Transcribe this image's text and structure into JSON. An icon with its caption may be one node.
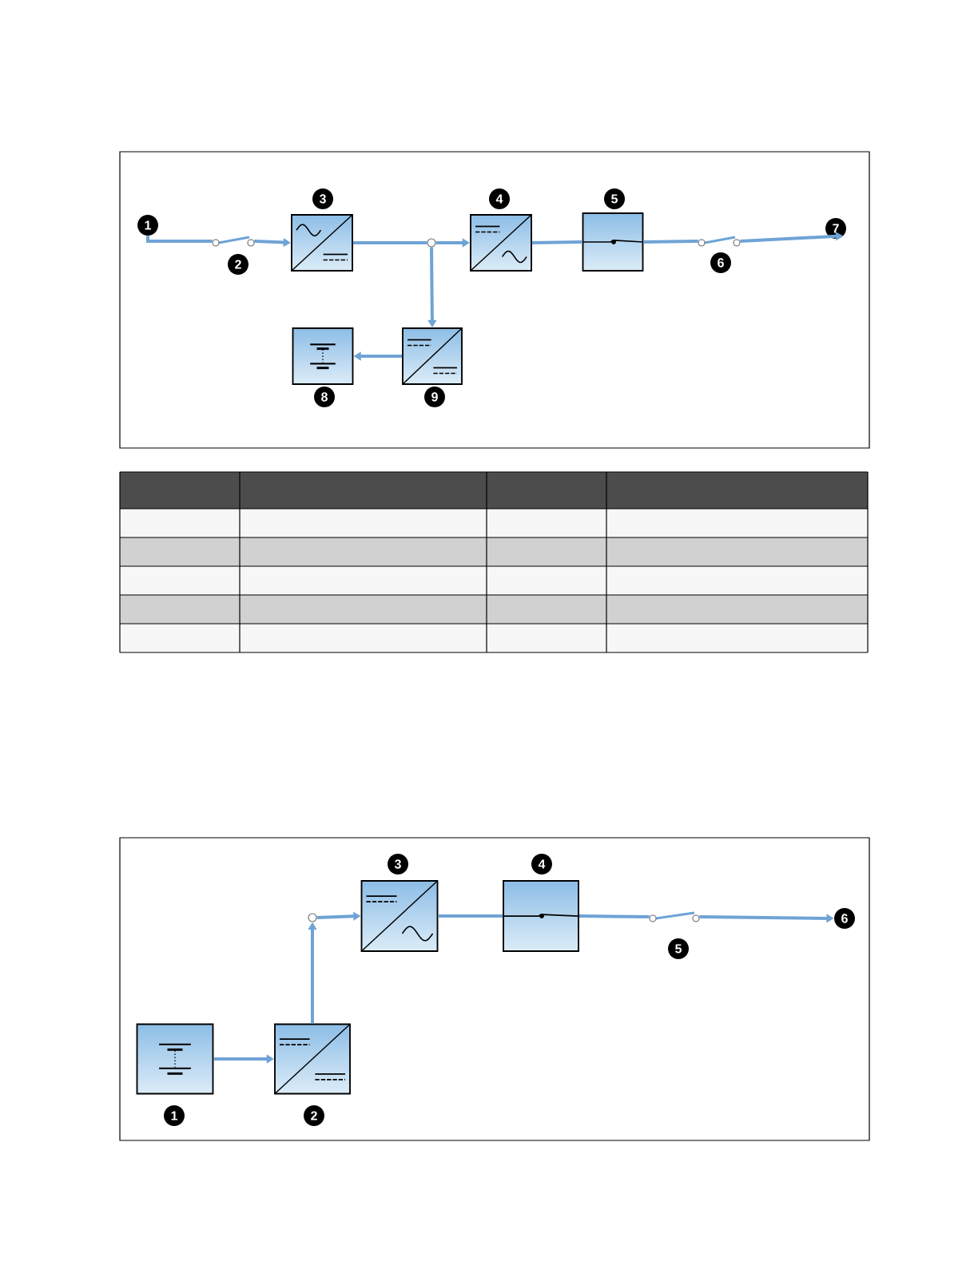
{
  "diagram": {
    "nodes": [
      {
        "text": [],
        "shape": "switch"
      },
      {
        "text": [],
        "shape": "box"
      },
      {
        "text": [],
        "shape": "circle"
      },
      {
        "text": [],
        "shape": "box"
      },
      {
        "text": [],
        "shape": "box"
      },
      {
        "text": [],
        "shape": "switch"
      },
      {
        "text": [],
        "shape": "box"
      },
      {
        "text": [],
        "shape": "box"
      },
      {
        "text": [],
        "shape": "box"
      },
      {
        "text": [],
        "shape": "box"
      },
      {
        "text": [],
        "shape": "circle"
      },
      {
        "text": [],
        "shape": "box"
      },
      {
        "text": [],
        "shape": "box"
      },
      {
        "text": [],
        "shape": "switch"
      },
      {
        "text": [
          "1"
        ]
      },
      {
        "text": [
          "7"
        ]
      },
      {
        "text": [
          "6"
        ]
      },
      {
        "text": [
          "2"
        ]
      },
      {
        "text": [
          "3"
        ]
      },
      {
        "text": [
          "4"
        ]
      },
      {
        "text": [
          "5"
        ]
      },
      {
        "text": [
          "6"
        ]
      },
      {
        "text": [
          "8"
        ]
      },
      {
        "text": [
          "9"
        ]
      },
      {
        "text": [
          "1"
        ]
      },
      {
        "text": [
          "2"
        ]
      },
      {
        "text": [
          "3"
        ]
      },
      {
        "text": [
          "4"
        ]
      },
      {
        "text": [
          "5"
        ]
      }
    ],
    "edges": [
      {
        "from": 14,
        "to": 0,
        "arrow": "none"
      },
      {
        "from": 0,
        "to": 1,
        "arrow": "to"
      },
      {
        "from": 1,
        "to": 2,
        "arrow": "none"
      },
      {
        "from": 2,
        "to": 3,
        "arrow": "to"
      },
      {
        "from": 3,
        "to": 4,
        "arrow": "none"
      },
      {
        "from": 4,
        "to": 5,
        "arrow": "none"
      },
      {
        "from": 5,
        "to": 15,
        "arrow": "to"
      },
      {
        "from": 2,
        "to": 7,
        "arrow": "to"
      },
      {
        "from": 7,
        "to": 6,
        "arrow": "to"
      },
      {
        "from": 8,
        "to": 9,
        "arrow": "to"
      },
      {
        "from": 9,
        "to": 10,
        "arrow": "to"
      },
      {
        "from": 10,
        "to": 11,
        "arrow": "to"
      },
      {
        "from": 11,
        "to": 12,
        "arrow": "none"
      },
      {
        "from": 12,
        "to": 13,
        "arrow": "none"
      },
      {
        "from": 13,
        "to": 16,
        "arrow": "to"
      }
    ]
  }
}
